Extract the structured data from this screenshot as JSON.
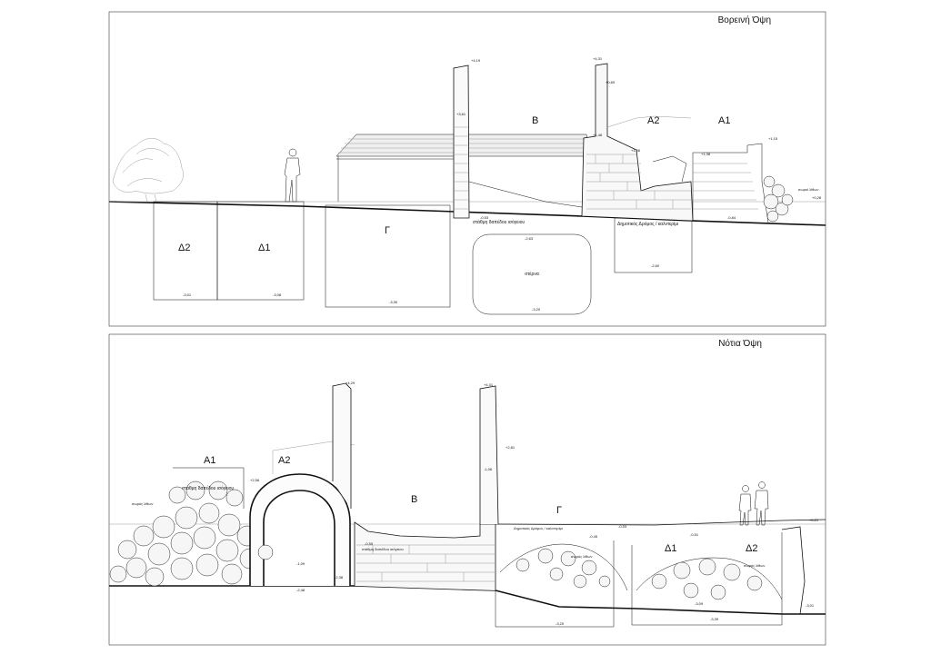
{
  "north": {
    "title": "Βορεινή Όψη",
    "labels": {
      "B": "Β",
      "A2": "Α2",
      "A1": "Α1",
      "D2": "Δ2",
      "D1": "Δ1",
      "G": "Γ",
      "cistern": "στέρνα",
      "floor": "στάθμη δαπέδου ισόγειου",
      "road": "Δημοτικός Δρόμος / καλντερίμι",
      "stones": "σωροί λίθων"
    },
    "levels": [
      "+4,19",
      "+4,31",
      "+0,69",
      "+1,15",
      "+3,61",
      "+1,48",
      "+1,06",
      "+1,38",
      "+0,28",
      "-0,53",
      "-0,84",
      "-2,63",
      "-2,60",
      "-3,01",
      "-3,08",
      "-3,30",
      "-3,20"
    ]
  },
  "south": {
    "title": "Νότια Όψη",
    "labels": {
      "A1": "Α1",
      "A2": "Α2",
      "B": "Β",
      "G": "Γ",
      "D1": "Δ1",
      "D2": "Δ2",
      "stones_left": "σωρός λίθων",
      "floor_left": "στάθμη δαπέδου ισόγειου",
      "floor_mid": "στάθμη δαπέδου ισόγειου",
      "road": "Δημοτικός Δρόμος / καλντερίμι",
      "stones_mid": "σωρός λίθων",
      "stones_right": "σωρός λίθων"
    },
    "levels": [
      "+4,29",
      "+4,31",
      "+2,81",
      "+2,56",
      "-1,06",
      "+0,21",
      "-0,53",
      "-0,45",
      "-0,51",
      "-0,55",
      "-1,09",
      "-2,38",
      "-2,48",
      "-3,09",
      "-3,39",
      "-3,20",
      "-3,01"
    ]
  }
}
